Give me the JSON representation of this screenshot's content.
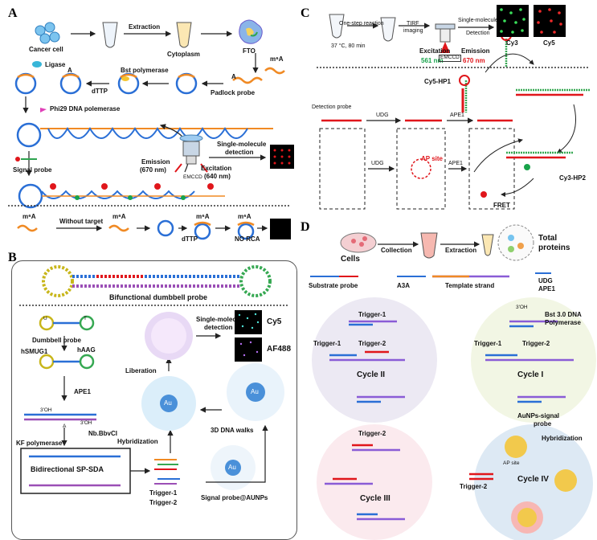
{
  "panels": {
    "A": {
      "label": "A",
      "cancer_cell": "Cancer cell",
      "extraction": "Extraction",
      "cytoplasm": "Cytoplasm",
      "fto": "FTO",
      "m6a": "m⁶A",
      "ligase": "Ligase",
      "bst": "Bst polymerase",
      "dttp": "dTTP",
      "padlock": "Padlock probe",
      "a1": "A",
      "a2": "A",
      "phi29": "Phi29 DNA polemerase",
      "signal_probe": "Signal probe",
      "single_molecule": "Single-molecule",
      "detection": "detection",
      "emission": "Emission",
      "emission_nm": "(670 nm)",
      "excitation": "Excitation",
      "excitation_nm": "(640 nm)",
      "emccd": "EMCCD",
      "m6a_a": "m⁶A",
      "without_target": "Without target",
      "m6a_b": "m⁶A",
      "m6a_c": "m⁶A",
      "m6a_d": "m⁶A",
      "dttp2": "dTTP",
      "no_rca": "NO RCA"
    },
    "B": {
      "label": "B",
      "dumbbell_title": "Bifunctional dumbbell probe",
      "dumbbell_probe": "Dumbbell probe",
      "hsmug1": "hSMUG1",
      "haag": "hAAG",
      "ape1": "APE1",
      "oh1": "3'OH",
      "oh2": "3'OH",
      "nb": "Nb.BbvCI",
      "kf": "KF polymerase",
      "sp_sda": "Bidirectional SP-SDA",
      "trigger1": "Trigger-1",
      "trigger2": "Trigger-2",
      "signal_aunps": "Signal probe@AUNPs",
      "hybridization": "Hybridization",
      "walks": "3D DNA walks",
      "liberation": "Liberation",
      "single_molecule": "Single-molecule",
      "detection": "detection",
      "cy5": "Cy5",
      "af488": "AF488",
      "au1": "Au",
      "au2": "Au",
      "au3": "Au",
      "u": "U",
      "t": "T",
      "a": "A"
    },
    "C": {
      "label": "C",
      "one_step": "One-step reaction",
      "temp": "37 °C, 80 min",
      "tirf": "TIRF",
      "imaging": "imaging",
      "single_molecule": "Single-molecule",
      "detection": "Detection",
      "excitation": "Excitation",
      "emission": "Emission",
      "ex_nm": "561 nm",
      "em_nm": "670 nm",
      "emccd": "EMCCD",
      "cy3": "Cy3",
      "cy5": "Cy5",
      "detection_probe": "Detection probe",
      "udg": "UDG",
      "ape1": "APE1",
      "cy5hp1": "Cy5-HP1",
      "cy3hp2": "Cy3-HP2",
      "fret": "FRET",
      "udg2": "UDG",
      "ape1b": "APE1",
      "ap_site": "AP site"
    },
    "D": {
      "label": "D",
      "cells": "Cells",
      "collection": "Collection",
      "extraction": "Extraction",
      "total": "Total",
      "proteins": "proteins",
      "substrate": "Substrate probe",
      "a3a": "A3A",
      "template": "Template strand",
      "udg": "UDG",
      "ape1": "APE1",
      "trigger1": "Trigger-1",
      "trigger2": "Trigger-2",
      "cycle2": "Cycle II",
      "cycle1": "Cycle I",
      "bst": "Bst 3.0 DNA",
      "polymerase": "Polymerase",
      "oh": "3'OH",
      "trigger1b": "Trigger-1",
      "trigger2b": "Trigger-2",
      "trigger1c": "Trigger-1",
      "trigger2c": "Trigger-2",
      "cycle3": "Cycle III",
      "aunps_signal": "AuNPs-signal",
      "probe": "probe",
      "hybridization": "Hybridization",
      "ap_site": "AP site",
      "trigger2d": "Trigger-2",
      "cycle4": "Cycle IV"
    }
  },
  "colors": {
    "red": "#e0161b",
    "blue": "#2a6fd6",
    "orange": "#f08a24",
    "green": "#18a34a",
    "purple": "#7e3fb6",
    "gold": "#d4a017"
  }
}
